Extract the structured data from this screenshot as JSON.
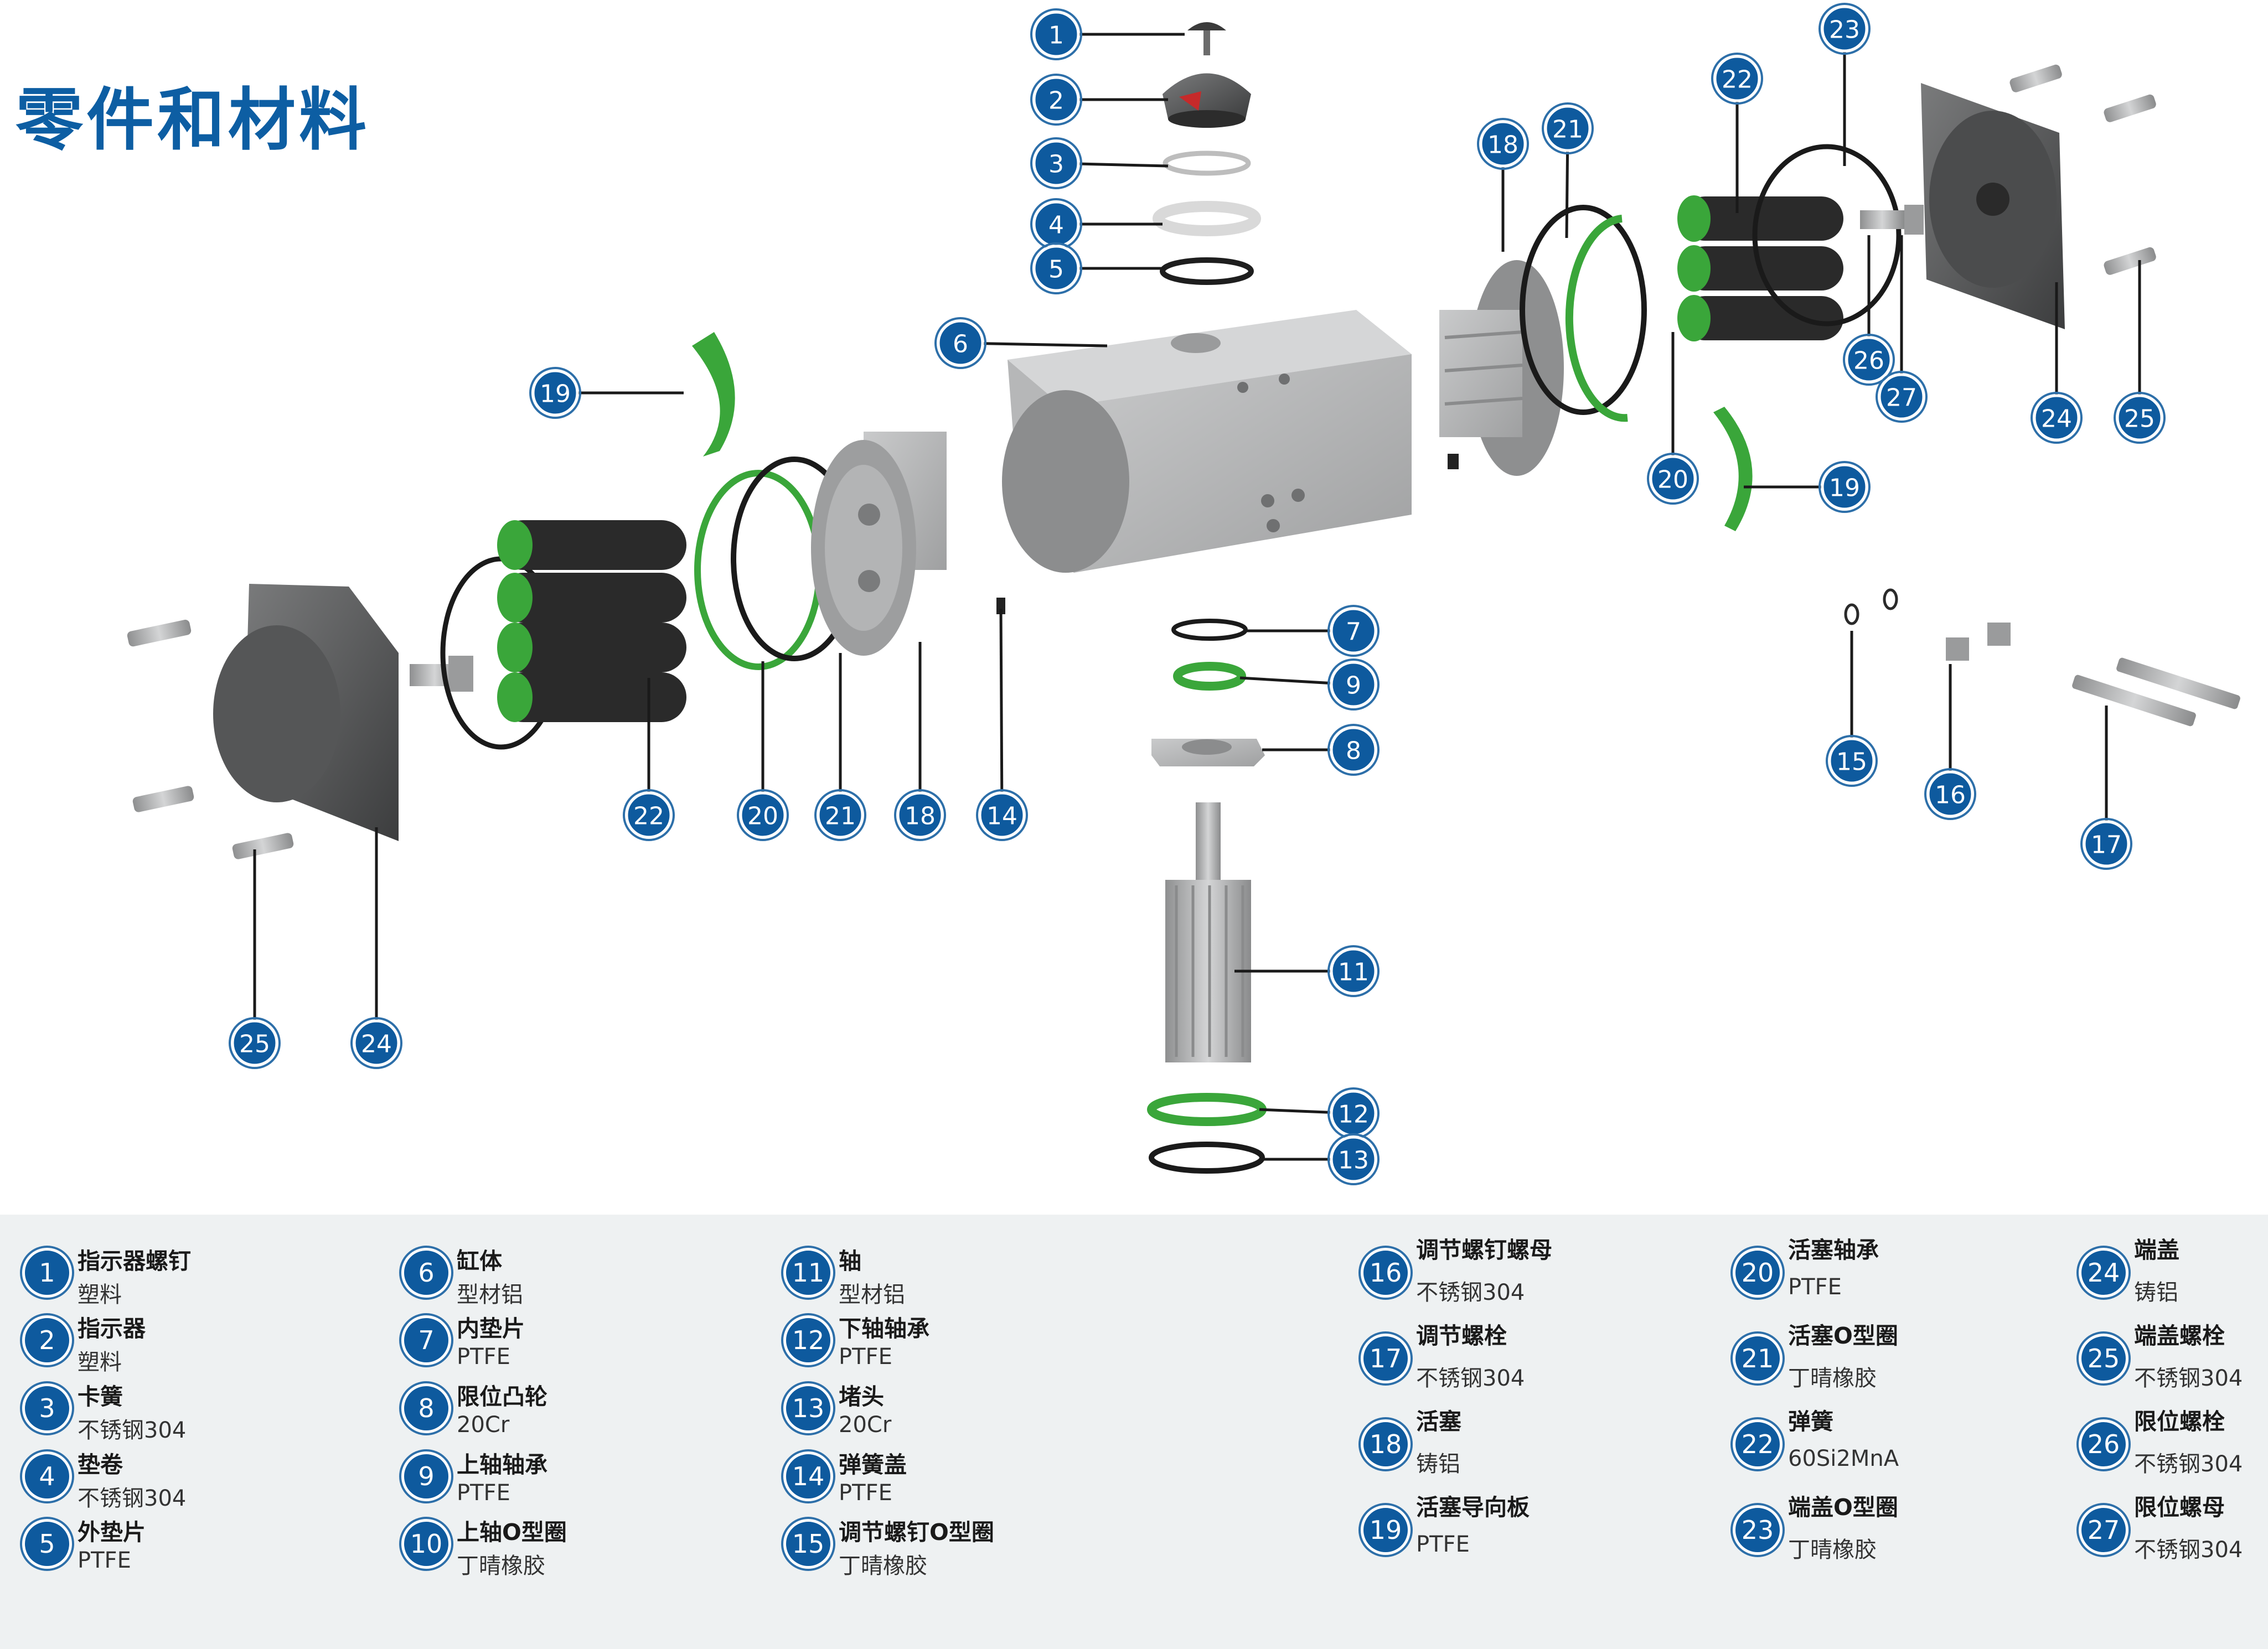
{
  "title": "零件和材料",
  "colors": {
    "accent": "#0d5ea3",
    "badge": "#0e5a9e",
    "seal_green": "#3aa63a",
    "metal_grey": "#a9aaab",
    "panel_bg": "#eef1f2"
  },
  "parts": [
    {
      "no": "1",
      "name": "指示器螺钉",
      "material": "塑料"
    },
    {
      "no": "2",
      "name": "指示器",
      "material": "塑料"
    },
    {
      "no": "3",
      "name": "卡簧",
      "material": "不锈钢304"
    },
    {
      "no": "4",
      "name": "垫卷",
      "material": "不锈钢304"
    },
    {
      "no": "5",
      "name": "外垫片",
      "material": "PTFE"
    },
    {
      "no": "6",
      "name": "缸体",
      "material": "型材铝"
    },
    {
      "no": "7",
      "name": "内垫片",
      "material": "PTFE"
    },
    {
      "no": "8",
      "name": "限位凸轮",
      "material": "20Cr"
    },
    {
      "no": "9",
      "name": "上轴轴承",
      "material": "PTFE"
    },
    {
      "no": "10",
      "name": "上轴O型圈",
      "material": "丁晴橡胶"
    },
    {
      "no": "11",
      "name": "轴",
      "material": "型材铝"
    },
    {
      "no": "12",
      "name": "下轴轴承",
      "material": "PTFE"
    },
    {
      "no": "13",
      "name": "堵头",
      "material": "20Cr"
    },
    {
      "no": "14",
      "name": "弹簧盖",
      "material": "PTFE"
    },
    {
      "no": "15",
      "name": "调节螺钉O型圈",
      "material": "丁晴橡胶"
    },
    {
      "no": "16",
      "name": "调节螺钉螺母",
      "material": "不锈钢304"
    },
    {
      "no": "17",
      "name": "调节螺栓",
      "material": "不锈钢304"
    },
    {
      "no": "18",
      "name": "活塞",
      "material": "铸铝"
    },
    {
      "no": "19",
      "name": "活塞导向板",
      "material": "PTFE"
    },
    {
      "no": "20",
      "name": "活塞轴承",
      "material": "PTFE"
    },
    {
      "no": "21",
      "name": "活塞O型圈",
      "material": "丁晴橡胶"
    },
    {
      "no": "22",
      "name": "弹簧",
      "material": "60Si2MnA"
    },
    {
      "no": "23",
      "name": "端盖O型圈",
      "material": "丁晴橡胶"
    },
    {
      "no": "24",
      "name": "端盖",
      "material": "铸铝"
    },
    {
      "no": "25",
      "name": "端盖螺栓",
      "material": "不锈钢304"
    },
    {
      "no": "26",
      "name": "限位螺栓",
      "material": "不锈钢304"
    },
    {
      "no": "27",
      "name": "限位螺母",
      "material": "不锈钢304"
    }
  ]
}
